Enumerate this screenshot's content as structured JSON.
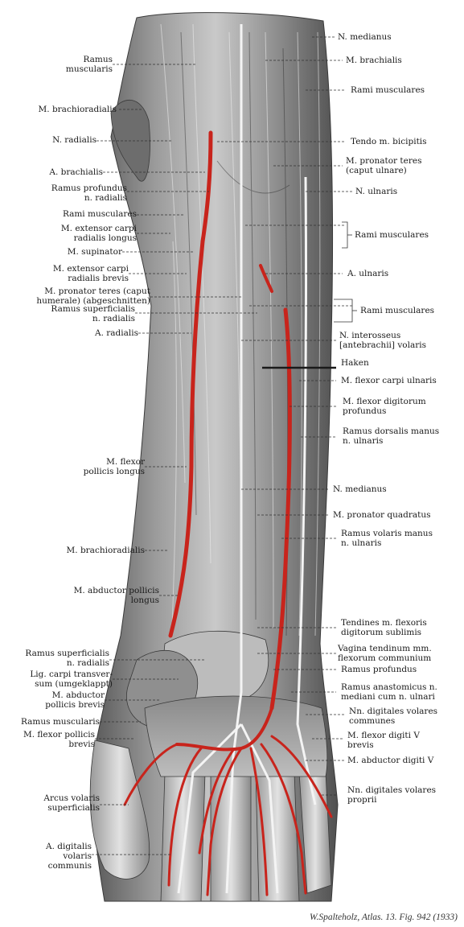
{
  "figure": {
    "credit": "W.Spalteholz, Atlas. 13. Fig. 942 (1933)",
    "colors": {
      "artery": "#c8241c",
      "muscle_dark": "#4a4a4a",
      "muscle_light": "#d8d8d8",
      "line": "#333333"
    }
  },
  "labels_left": [
    {
      "id": "ramus-muscularis-top",
      "text": "Ramus\nmuscularis"
    },
    {
      "id": "m-brachioradialis-top",
      "text": "M. brachioradialis"
    },
    {
      "id": "n-radialis",
      "text": "N. radialis"
    },
    {
      "id": "a-brachialis",
      "text": "A. brachialis"
    },
    {
      "id": "ramus-profundus-radialis",
      "text": "Ramus profundus\nn. radialis"
    },
    {
      "id": "rami-musculares-left",
      "text": "Rami musculares"
    },
    {
      "id": "m-ext-carpi-rad-longus",
      "text": "M. extensor carpi\nradialis longus"
    },
    {
      "id": "m-supinator",
      "text": "M. supinator"
    },
    {
      "id": "m-ext-carpi-rad-brevis",
      "text": "M. extensor carpi\nradialis brevis"
    },
    {
      "id": "m-pronator-teres-humerale",
      "text": "M. pronator teres (caput\nhumerale) (abgeschnitten)"
    },
    {
      "id": "ramus-superficialis-top",
      "text": "Ramus superficialis\nn. radialis"
    },
    {
      "id": "a-radialis",
      "text": "A. radialis"
    },
    {
      "id": "m-flexor-pollicis-longus",
      "text": "M. flexor\npollicis longus"
    },
    {
      "id": "m-brachioradialis-low",
      "text": "M. brachioradialis"
    },
    {
      "id": "m-abductor-pollicis-longus",
      "text": "M. abductor pollicis\nlongus"
    },
    {
      "id": "ramus-superficialis-low",
      "text": "Ramus superficialis\nn. radialis"
    },
    {
      "id": "lig-carpi-transversum",
      "text": "Lig. carpi transver-\nsum (umgeklappt)"
    },
    {
      "id": "m-abductor-pollicis-brevis",
      "text": "M. abductor\npollicis brevis"
    },
    {
      "id": "ramus-muscularis-low",
      "text": "Ramus muscularis"
    },
    {
      "id": "m-flexor-pollicis-brevis",
      "text": "M. flexor pollicis\nbrevis"
    },
    {
      "id": "arcus-volaris",
      "text": "Arcus volaris\nsuperficialis"
    },
    {
      "id": "a-digitalis-volaris",
      "text": "A. digitalis\nvolaris\ncommunis"
    }
  ],
  "labels_right": [
    {
      "id": "n-medianus-top",
      "text": "N. medianus"
    },
    {
      "id": "m-brachialis",
      "text": "M. brachialis"
    },
    {
      "id": "rami-musculares-r1",
      "text": "Rami musculares"
    },
    {
      "id": "tendo-bicipitis",
      "text": "Tendo m. bicipitis"
    },
    {
      "id": "m-pronator-teres-ulnare",
      "text": "M. pronator teres\n(caput ulnare)"
    },
    {
      "id": "n-ulnaris",
      "text": "N. ulnaris"
    },
    {
      "id": "rami-musculares-r2",
      "text": "Rami musculares"
    },
    {
      "id": "a-ulnaris",
      "text": "A. ulnaris"
    },
    {
      "id": "rami-musculares-r3",
      "text": "Rami musculares"
    },
    {
      "id": "n-interosseus",
      "text": "N. interosseus\n[antebrachii] volaris"
    },
    {
      "id": "haken",
      "text": "Haken"
    },
    {
      "id": "m-flexor-carpi-ulnaris",
      "text": "M. flexor carpi ulnaris"
    },
    {
      "id": "m-flexor-dig-profundus",
      "text": "M. flexor digitorum\nprofundus"
    },
    {
      "id": "ramus-dorsalis-manus",
      "text": "Ramus dorsalis manus\nn. ulnaris"
    },
    {
      "id": "n-medianus-mid",
      "text": "N. medianus"
    },
    {
      "id": "m-pronator-quadratus",
      "text": "M. pronator quadratus"
    },
    {
      "id": "ramus-volaris-manus",
      "text": "Ramus volaris manus\nn. ulnaris"
    },
    {
      "id": "tendines-flexoris",
      "text": "Tendines m. flexoris\ndigitorum sublimis"
    },
    {
      "id": "vagina-tendinum",
      "text": "Vagina tendinum mm.\nflexorum communium"
    },
    {
      "id": "ramus-profundus-low",
      "text": "Ramus profundus"
    },
    {
      "id": "ramus-anastomicus",
      "text": "Ramus anastomicus n.\nmediani cum n. ulnari"
    },
    {
      "id": "nn-digitales-communes",
      "text": "Nn. digitales volares\ncommunes"
    },
    {
      "id": "m-flexor-digiti-v",
      "text": "M. flexor digiti V\nbrevis"
    },
    {
      "id": "m-abductor-digiti-v",
      "text": "M. abductor digiti V"
    },
    {
      "id": "nn-digitales-proprii",
      "text": "Nn. digitales volares\nproprii"
    }
  ]
}
